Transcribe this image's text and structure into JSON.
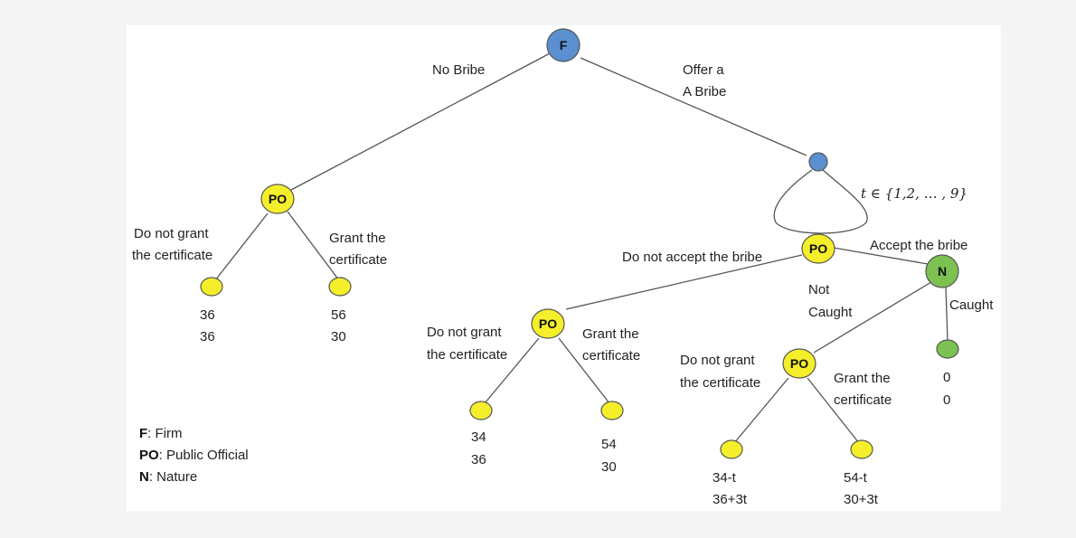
{
  "nodes": {
    "firm_label": "F",
    "po_label": "PO",
    "nature_label": "N"
  },
  "colors": {
    "firm": "#5b8fd0",
    "po": "#f5ee2a",
    "nature": "#7cc152",
    "leaf_yellow": "#f5ee2a",
    "leaf_green": "#7cc152"
  },
  "branches": {
    "no_bribe": "No Bribe",
    "offer_bribe_1": "Offer a",
    "offer_bribe_2": "A Bribe",
    "t_set": "t ∈ {1,2, … , 9}",
    "dont_grant_1": "Do not grant",
    "dont_grant_2": "the certificate",
    "grant_1": "Grant the",
    "grant_2": "certificate",
    "dont_accept": "Do not accept the bribe",
    "accept": "Accept the bribe",
    "not_caught_1": "Not",
    "not_caught_2": "Caught",
    "caught": "Caught"
  },
  "payoffs": {
    "nb_nogrant": [
      "36",
      "36"
    ],
    "nb_grant": [
      "56",
      "30"
    ],
    "da_nogrant": [
      "34",
      "36"
    ],
    "da_grant": [
      "54",
      "30"
    ],
    "nc_nogrant": [
      "34-t",
      "36+3t"
    ],
    "nc_grant": [
      "54-t",
      "30+3t"
    ],
    "caught": [
      "0",
      "0"
    ]
  },
  "legend": [
    {
      "key": "F",
      "value": ": Firm"
    },
    {
      "key": "PO",
      "value": ": Public Official"
    },
    {
      "key": "N",
      "value": ": Nature"
    }
  ]
}
